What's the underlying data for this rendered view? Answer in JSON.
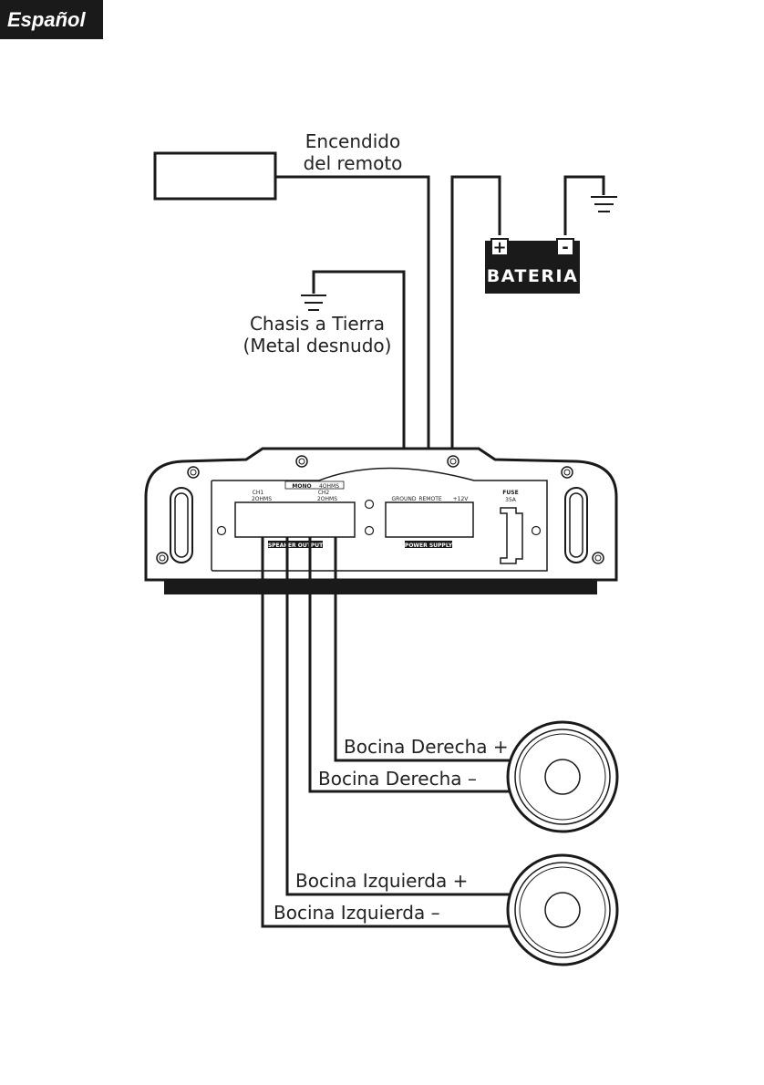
{
  "header": {
    "language": "Español"
  },
  "labels": {
    "remote_line1": "Encendido",
    "remote_line2": "del remoto",
    "ground_line1": "Chasis a Tierra",
    "ground_line2": "(Metal desnudo)",
    "battery": "BATERIA",
    "battery_plus": "+",
    "battery_minus": "-",
    "right_plus": "Bocina Derecha +",
    "right_minus": "Bocina Derecha –",
    "left_plus": "Bocina Izquierda +",
    "left_minus": "Bocina Izquierda –"
  },
  "amp": {
    "mono": "MONO",
    "mono_ohm": "4OHMS",
    "ch1": "CH1",
    "ch2": "CH2",
    "ch1_ohm": "2OHMS",
    "ch2_ohm": "2OHMS",
    "speaker_output": "SPEAKER OUTPUT",
    "power_supply": "POWER SUPPLY",
    "ground": "GROUND",
    "remote": "REMOTE",
    "plus12v": "+12V",
    "fuse": "FUSE",
    "fuse_rating": "35A"
  }
}
